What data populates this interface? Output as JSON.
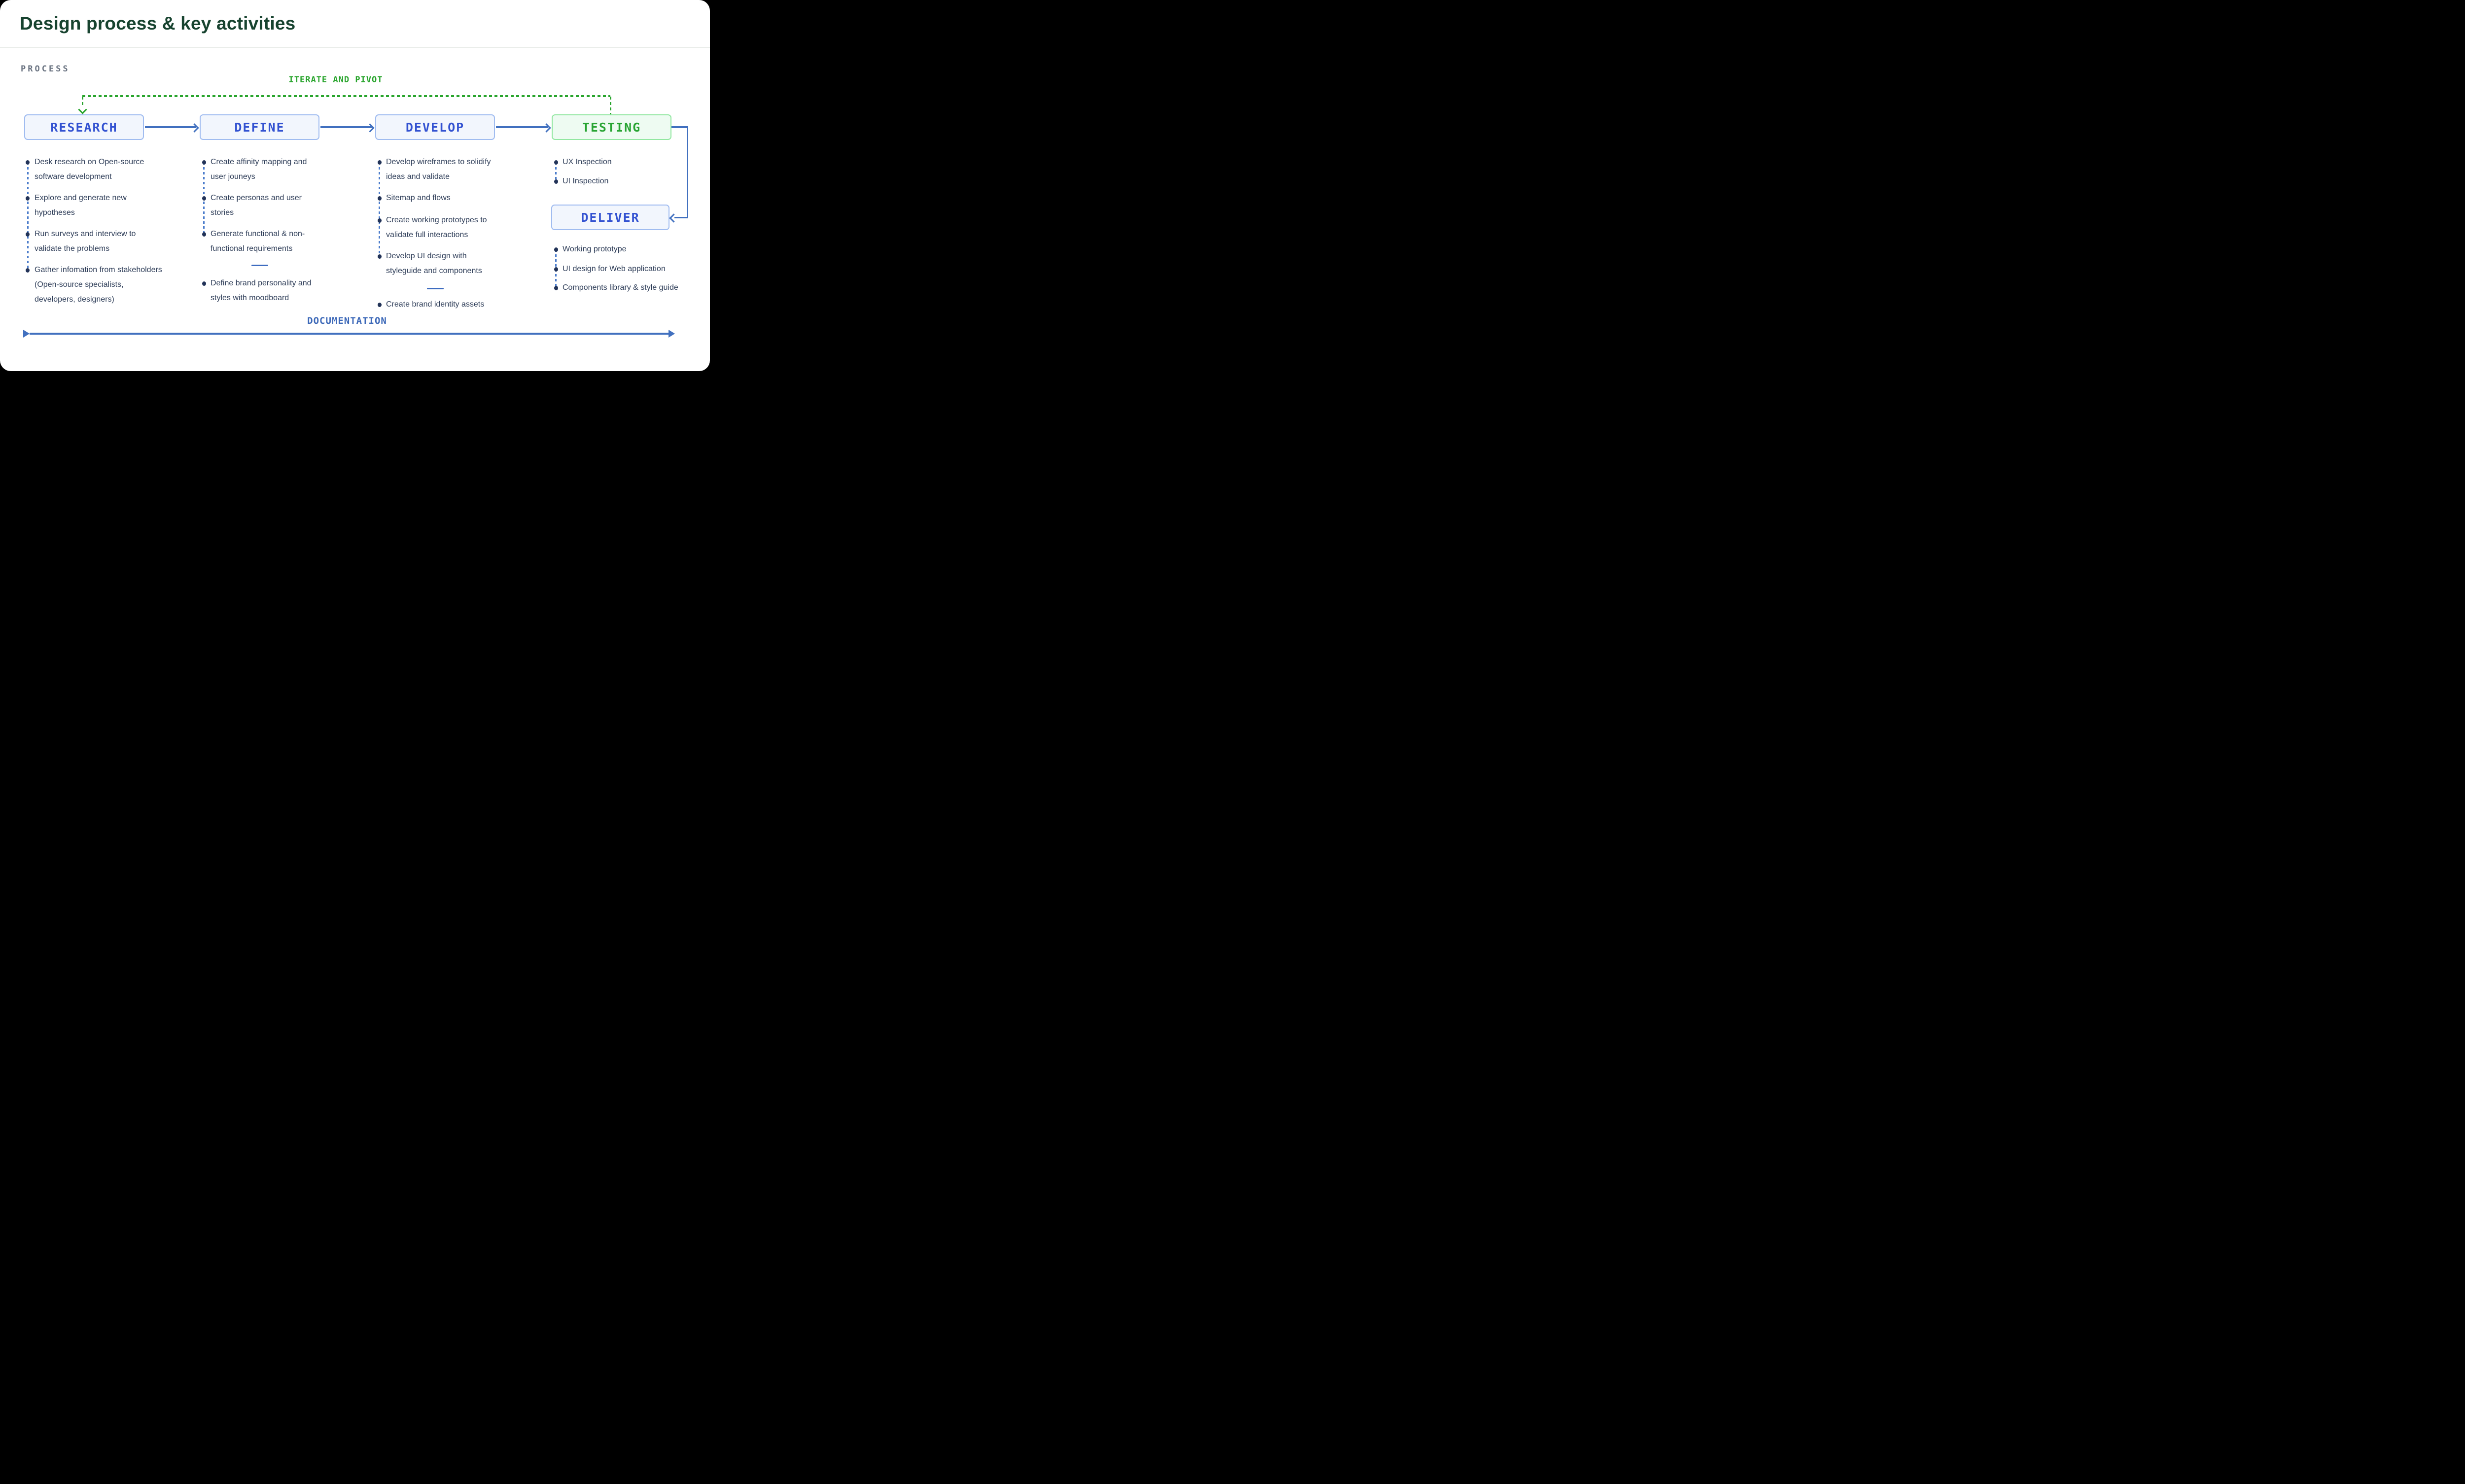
{
  "slide": {
    "title": "Design process & key activities"
  },
  "labels": {
    "process": "PROCESS",
    "iterate": "ITERATE AND PIVOT",
    "documentation": "DOCUMENTATION"
  },
  "stages": [
    {
      "id": "research",
      "label": "RESEARCH",
      "variant": "blue"
    },
    {
      "id": "define",
      "label": "DEFINE",
      "variant": "blue"
    },
    {
      "id": "develop",
      "label": "DEVELOP",
      "variant": "blue"
    },
    {
      "id": "testing",
      "label": "TESTING",
      "variant": "green"
    },
    {
      "id": "deliver",
      "label": "DELIVER",
      "variant": "blue"
    }
  ],
  "connections": [
    {
      "from": "research",
      "to": "define",
      "style": "solid-blue-arrow"
    },
    {
      "from": "define",
      "to": "develop",
      "style": "solid-blue-arrow"
    },
    {
      "from": "develop",
      "to": "testing",
      "style": "solid-blue-arrow"
    },
    {
      "from": "testing",
      "to": "deliver",
      "style": "solid-blue-elbow-arrow"
    },
    {
      "from": "testing",
      "to": "research",
      "label": "ITERATE AND PIVOT",
      "style": "dashed-green-loop"
    }
  ],
  "documentation_arrow": {
    "label": "DOCUMENTATION",
    "spans": "research-to-deliver"
  },
  "columns": {
    "research": {
      "items": [
        {
          "text": "Desk research on Open-source\nsoftware development"
        },
        {
          "text": "Explore and generate new\nhypotheses"
        },
        {
          "text": "Run surveys and interview to\nvalidate the problems"
        },
        {
          "text": "Gather infomation from stakeholders\n(Open-source specialists,\ndevelopers, designers)"
        }
      ]
    },
    "define": {
      "items": [
        {
          "text": "Create affinity mapping and\nuser jouneys"
        },
        {
          "text": "Create personas and user\nstories"
        },
        {
          "text": "Generate functional & non-\nfunctional requirements"
        },
        {
          "text": "Define brand personality and\nstyles with moodboard",
          "after_divider": true
        }
      ]
    },
    "develop": {
      "items": [
        {
          "text": "Develop wireframes to solidify\nideas and validate"
        },
        {
          "text": "Sitemap and flows"
        },
        {
          "text": "Create working prototypes to\nvalidate full interactions"
        },
        {
          "text": "Develop UI design with\nstyleguide and components"
        },
        {
          "text": "Create brand identity assets",
          "after_divider": true
        }
      ]
    },
    "testing": {
      "items": [
        {
          "text": "UX Inspection"
        },
        {
          "text": "UI Inspection"
        }
      ]
    },
    "deliver": {
      "items": [
        {
          "text": "Working prototype"
        },
        {
          "text": "UI design for Web application"
        },
        {
          "text": "Components library & style guide"
        }
      ]
    }
  },
  "colors": {
    "title_green": "#17432f",
    "process_gray": "#6b7482",
    "accent_green": "#28a42c",
    "accent_blue": "#4170bf",
    "box_blue_fill": "#f2f6fd",
    "box_blue_border": "#a0bcf0",
    "box_blue_text": "#3352d1",
    "box_green_fill": "#eefbf2",
    "box_green_border": "#92e7a1",
    "box_green_text": "#28a433",
    "bullet_text": "#2e3d58",
    "bullet_dot": "#223358",
    "dotted_connector": "#4b7ccb",
    "documentation_blue": "#3c68b8"
  }
}
